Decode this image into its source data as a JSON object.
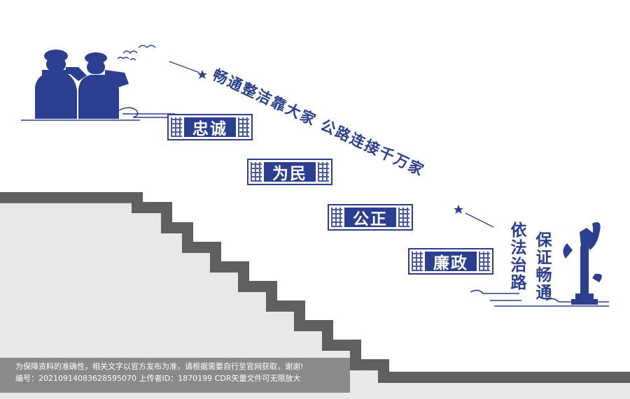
{
  "slogan": "畅通整洁靠大家 公路连接千万家",
  "values": [
    {
      "text": "忠诚"
    },
    {
      "text": "为民"
    },
    {
      "text": "公正"
    },
    {
      "text": "廉政"
    }
  ],
  "vertical_left": "依法治路",
  "vertical_right": "保证畅通",
  "notice": {
    "line1": "为保障资料的准确性，相关文字以官方发布为准，请根据需要自行至官网获取，谢谢!",
    "line2": "编号：20210914083628595070 上传者ID：1870199 CDR矢量文件可无限放大"
  },
  "colors": {
    "primary": "#2c3e8f",
    "stairs_dark": "#5f5f5f",
    "stairs_light": "#e8e8e8",
    "background": "#ffffff"
  }
}
